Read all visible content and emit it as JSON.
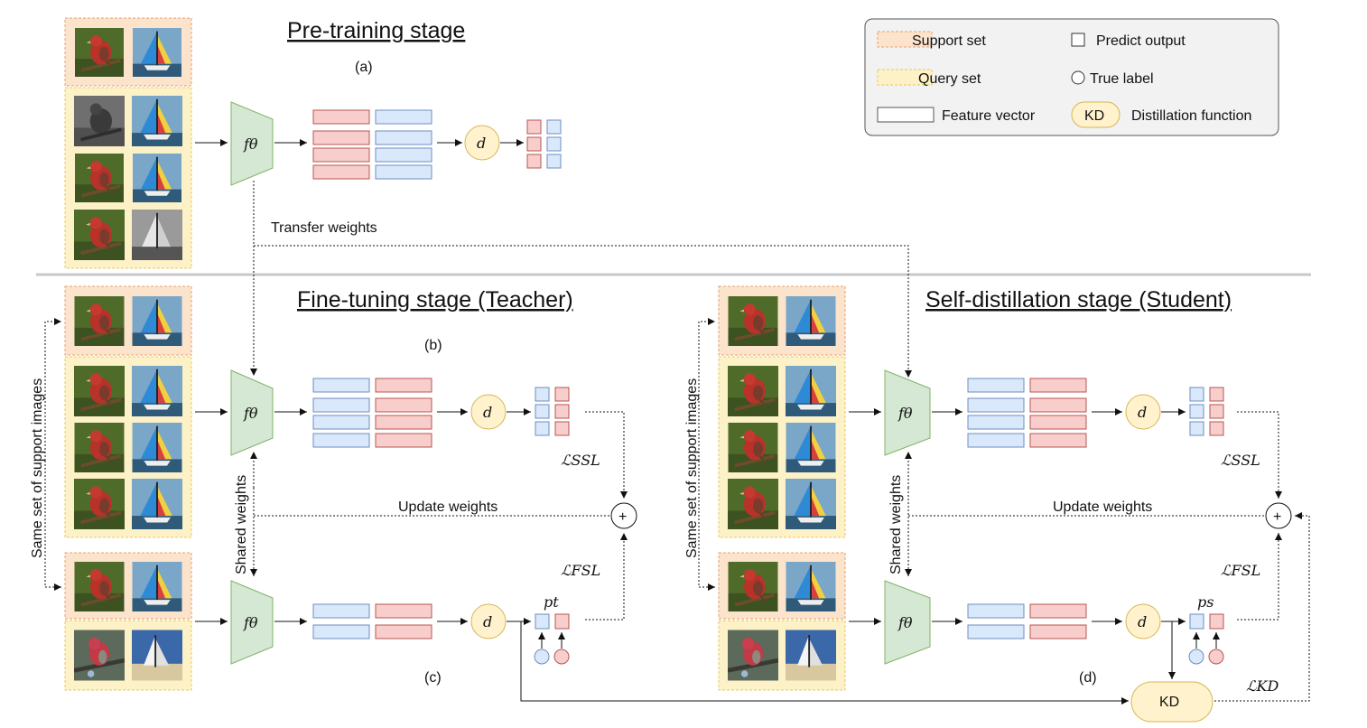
{
  "titles": {
    "pretraining": "Pre-training stage",
    "finetuning": "Fine-tuning stage (Teacher)",
    "selfdistill": "Self-distillation stage (Student)"
  },
  "panel_labels": {
    "a": "(a)",
    "b": "(b)",
    "c": "(c)",
    "d": "(d)"
  },
  "edge_labels": {
    "transfer_weights": "Transfer weights",
    "update_weights": "Update weights",
    "shared_weights": "Shared weights",
    "same_support": "Same set of support images"
  },
  "math": {
    "encoder": "fθ",
    "distance": "d",
    "loss_ssl": "ℒSSL",
    "loss_fsl": "ℒFSL",
    "loss_kd": "ℒKD",
    "pt": "pt",
    "ps": "ps",
    "plus": "+"
  },
  "kd_label": "KD",
  "legend": {
    "support_set": "Support set",
    "query_set": "Query set",
    "feature_vector": "Feature vector",
    "predict_output": "Predict output",
    "true_label": "True label",
    "kd": "KD",
    "distillation_function": "Distillation function"
  },
  "colors": {
    "support_fill": "#fce3cc",
    "support_stroke": "#e8a070",
    "query_fill": "#fdf1c8",
    "query_stroke": "#e8c860",
    "encoder_fill": "#d5e8d4",
    "encoder_stroke": "#82b366",
    "red_fill": "#f8cecc",
    "red_stroke": "#b85450",
    "blue_fill": "#dae8fc",
    "blue_stroke": "#6c8ebf",
    "yellow_fill": "#fff2cc",
    "yellow_stroke": "#d6b656",
    "legend_bg": "#f2f2f2",
    "separator": "#c8c8c8"
  },
  "images": {
    "bird": "bird-photo",
    "boat": "sailboat-photo"
  }
}
